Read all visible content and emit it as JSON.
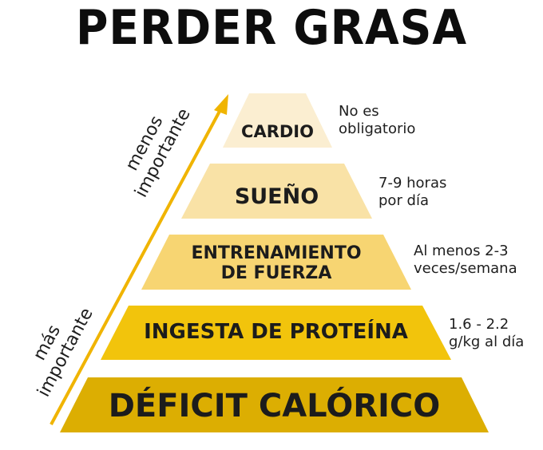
{
  "title": "PERDER GRASA",
  "axis": {
    "top_label_line1": "menos",
    "top_label_line2": "importante",
    "bottom_label_line1": "más",
    "bottom_label_line2": "importante",
    "arrow_color": "#f0b400"
  },
  "tiers": [
    {
      "label_line1": "CARDIO",
      "label_line2": "",
      "note_line1": "No es",
      "note_line2": "obligatorio",
      "color": "#fbeed1"
    },
    {
      "label_line1": "SUEÑO",
      "label_line2": "",
      "note_line1": "7-9 horas",
      "note_line2": "por día",
      "color": "#f9e2a6"
    },
    {
      "label_line1": "ENTRENAMIENTO",
      "label_line2": "DE FUERZA",
      "note_line1": "Al menos 2-3",
      "note_line2": "veces/semana",
      "color": "#f7d572"
    },
    {
      "label_line1": "INGESTA DE PROTEÍNA",
      "label_line2": "",
      "note_line1": "1.6 - 2.2",
      "note_line2": "g/kg al día",
      "color": "#f2c40c"
    },
    {
      "label_line1": "DÉFICIT CALÓRICO",
      "label_line2": "",
      "note_line1": "",
      "note_line2": "",
      "color": "#dcae02"
    }
  ]
}
